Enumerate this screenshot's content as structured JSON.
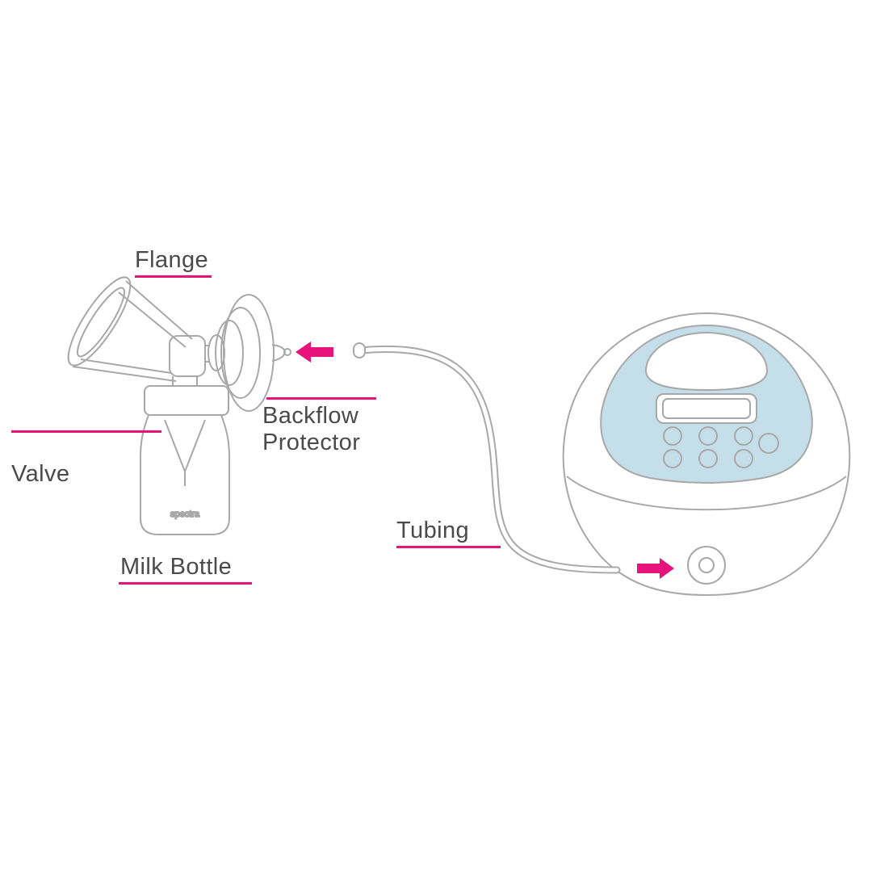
{
  "labels": {
    "flange": "Flange",
    "backflow_line1": "Backflow",
    "backflow_line2": "Protector",
    "valve": "Valve",
    "milk_bottle": "Milk Bottle",
    "tubing": "Tubing"
  },
  "bottle": {
    "brand": "spectra"
  },
  "icons": {
    "arrow_to_backflow": "left-arrow",
    "arrow_to_inlet": "right-arrow"
  },
  "colors": {
    "accent_pink": "#E8127C",
    "line_gray": "#A8A8A8",
    "panel_blue": "#C5DFEA",
    "text_gray": "#4A4A4A"
  }
}
